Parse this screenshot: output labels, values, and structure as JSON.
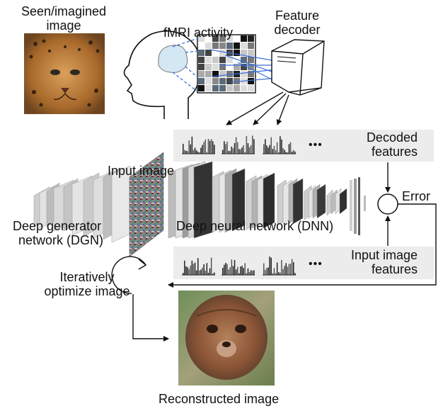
{
  "labels": {
    "seen_image": [
      "Seen/imagined",
      "image"
    ],
    "fmri_activity": "fMRI activity",
    "feature_decoder": [
      "Feature",
      "decoder"
    ],
    "decoded_features": [
      "Decoded",
      "features"
    ],
    "input_image": "Input image",
    "error": "Error",
    "dgn": [
      "Deep generator",
      "network (DGN)"
    ],
    "dnn": "Deep neural network (DNN)",
    "input_image_features": [
      "Input image",
      "features"
    ],
    "ellipsis": "•••",
    "iteratively_optimize": [
      "Iteratively",
      "optimize image"
    ],
    "reconstructed_image": "Reconstructed image"
  },
  "pictures": {
    "seen_image": "leopard-face-photo",
    "input_image": "random-noise-image",
    "reconstructed_image": "reconstructed-bear-like-face"
  },
  "colors": {
    "leopard": "#b87a38",
    "noise": "#8a8a8a",
    "reconstruction": "#8f5a3a",
    "dashed_line": "#3a6fd8",
    "bars": "#333333"
  }
}
